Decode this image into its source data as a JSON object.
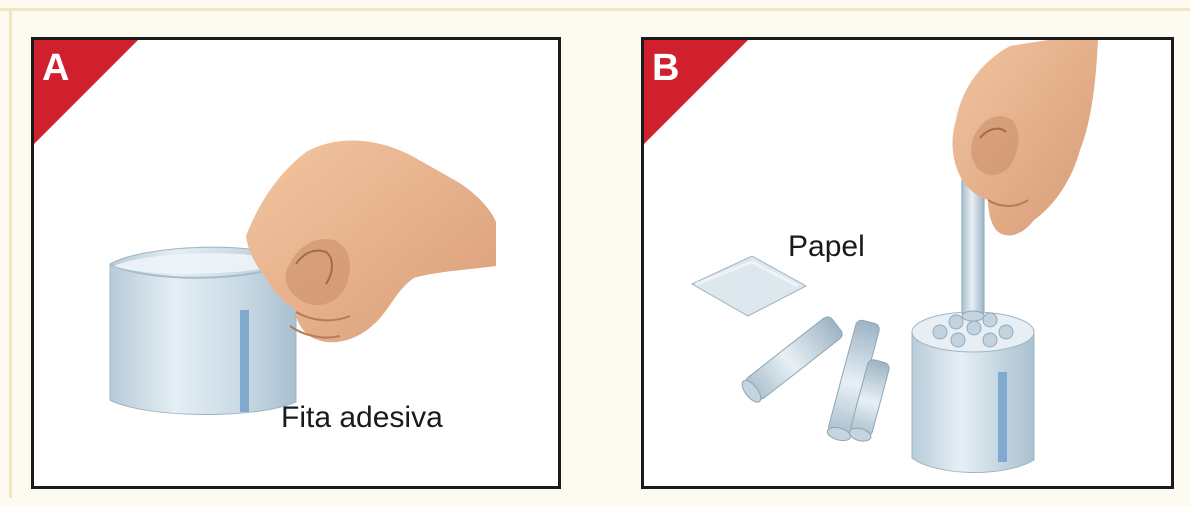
{
  "panels": [
    {
      "letter": "A",
      "caption": "Fita adesiva"
    },
    {
      "letter": "B",
      "caption": "Papel"
    }
  ],
  "colors": {
    "badge": "#d0202e",
    "skin": "#ebb48f",
    "paper": "#cfdde6",
    "tape": "#8fb7d9",
    "border": "#1b1b1b"
  },
  "icons": [
    "hand-illustration",
    "paper-tube-illustration",
    "paper-sheet-illustration"
  ]
}
